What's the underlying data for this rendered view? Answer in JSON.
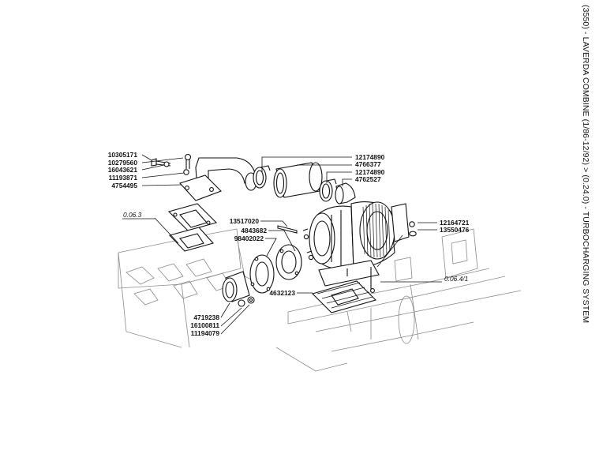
{
  "page_title": "(3550) - LAVERDA COMBINE (1/86-12/92) > (0.24.0) - TURBOCHARGING SYSTEM",
  "part_labels": {
    "p10305171": "10305171",
    "p10279560": "10279560",
    "p16043621": "16043621",
    "p11193871": "11193871",
    "p4754495": "4754495",
    "p12174890a": "12174890",
    "p4766377": "4766377",
    "p12174890b": "12174890",
    "p4762527": "4762527",
    "p13517020": "13517020",
    "p4843682": "4843682",
    "p98402022": "98402022",
    "p12164721": "12164721",
    "p13550476": "13550476",
    "p4632123": "4632123",
    "p4719238": "4719238",
    "p16100811": "16100811",
    "p11194079": "11194079"
  },
  "reference_labels": {
    "ref_0_06_3": "0.06.3",
    "ref_0_06_4_1": "0.06.4/1"
  }
}
